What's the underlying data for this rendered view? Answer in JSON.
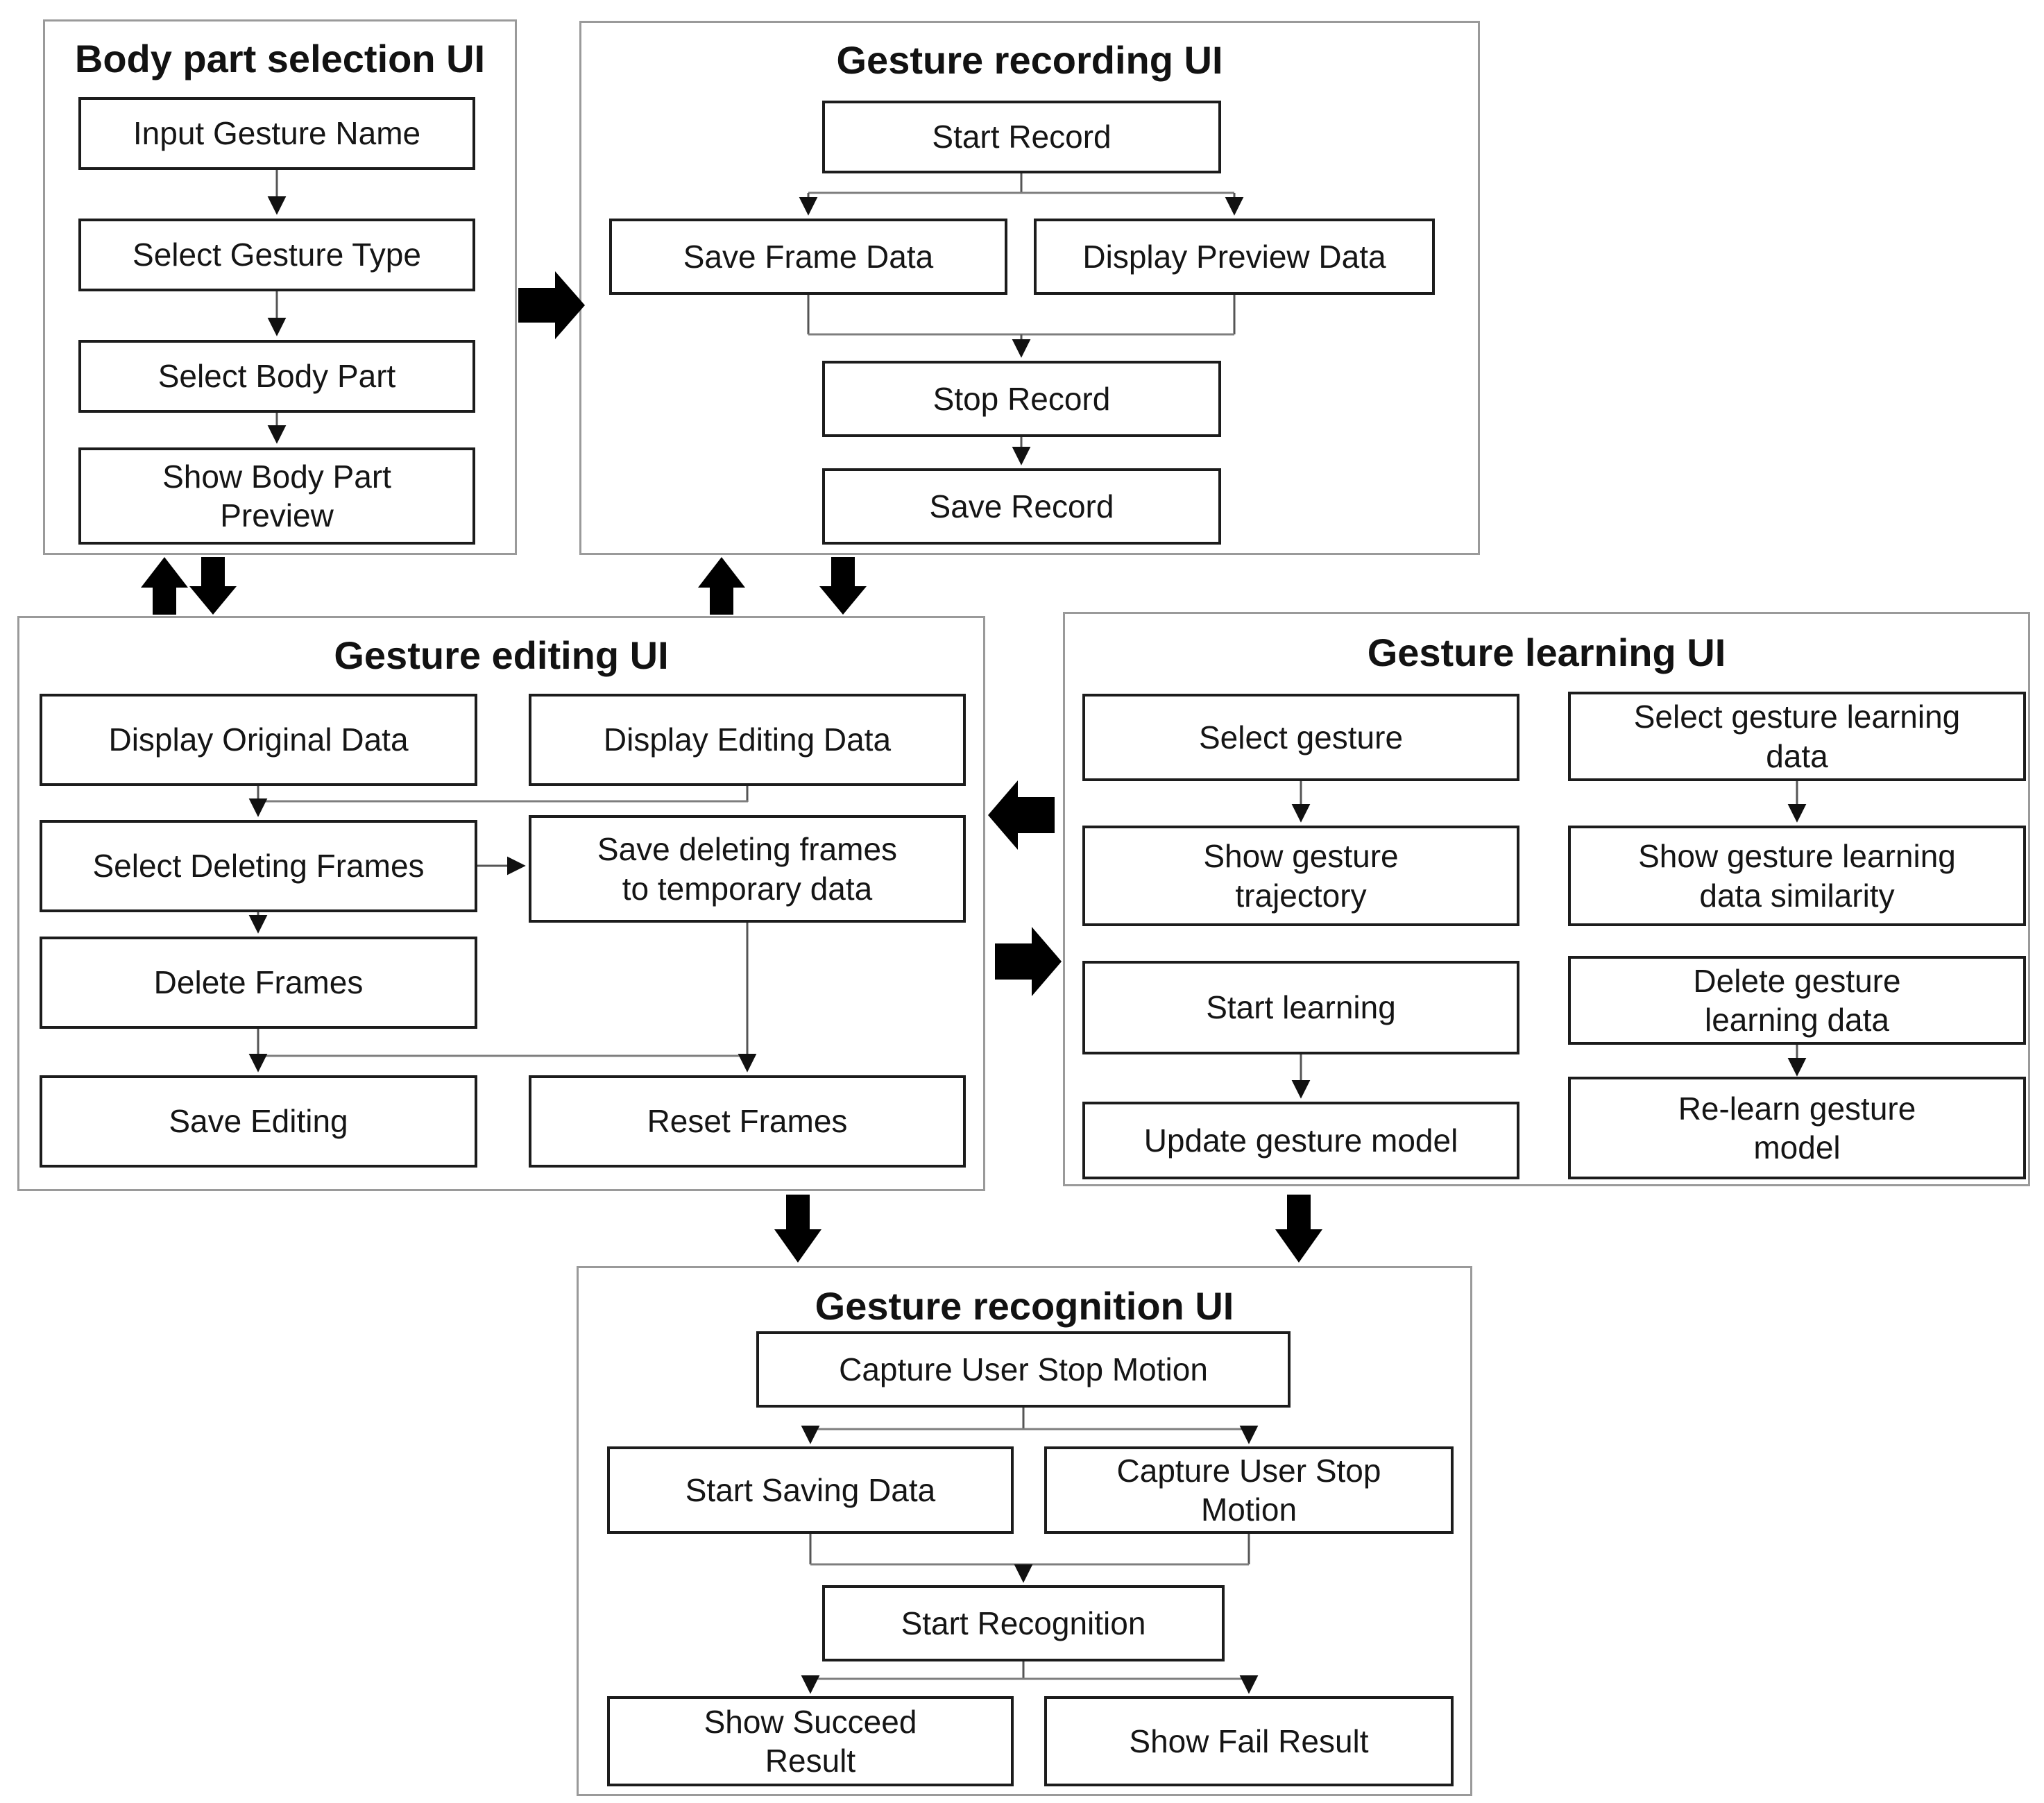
{
  "colors": {
    "background": "#ffffff",
    "panel_border": "#9a9a9a",
    "box_border": "#1c1c1c",
    "text": "#151515",
    "connector": "#555555",
    "big_arrow": "#000000"
  },
  "panels": [
    {
      "title": "Body part selection UI",
      "boxes": [
        {
          "label": "Input Gesture Name"
        },
        {
          "label": "Select Gesture Type"
        },
        {
          "label": "Select Body Part"
        },
        {
          "label": "Show Body Part\nPreview"
        }
      ]
    },
    {
      "title": "Gesture recording UI",
      "boxes": [
        {
          "label": "Start Record"
        },
        {
          "label": "Save Frame Data"
        },
        {
          "label": "Display Preview Data"
        },
        {
          "label": "Stop Record"
        },
        {
          "label": "Save Record"
        }
      ]
    },
    {
      "title": "Gesture editing UI",
      "boxes": [
        {
          "label": "Display Original Data"
        },
        {
          "label": "Display Editing Data"
        },
        {
          "label": "Select Deleting Frames"
        },
        {
          "label": "Save deleting frames\nto temporary data"
        },
        {
          "label": "Delete Frames"
        },
        {
          "label": "Save Editing"
        },
        {
          "label": "Reset Frames"
        }
      ]
    },
    {
      "title": "Gesture learning UI",
      "boxes": [
        {
          "label": "Select gesture"
        },
        {
          "label": "Select gesture learning\ndata"
        },
        {
          "label": "Show gesture\ntrajectory"
        },
        {
          "label": "Show gesture learning\ndata similarity"
        },
        {
          "label": "Start learning"
        },
        {
          "label": "Delete gesture\nlearning data"
        },
        {
          "label": "Update gesture model"
        },
        {
          "label": "Re-learn gesture\nmodel"
        }
      ]
    },
    {
      "title": "Gesture recognition UI",
      "boxes": [
        {
          "label": "Capture User Stop Motion"
        },
        {
          "label": "Start Saving Data"
        },
        {
          "label": "Capture User Stop\nMotion"
        },
        {
          "label": "Start Recognition"
        },
        {
          "label": "Show Succeed\nResult"
        },
        {
          "label": "Show Fail Result"
        }
      ]
    }
  ],
  "flow_arrows": [
    {
      "direction": "right",
      "between": "Body part selection UI and Gesture recording UI"
    },
    {
      "direction": "up",
      "between": "Gesture editing UI and Body part selection UI"
    },
    {
      "direction": "down",
      "between": "Body part selection UI and Gesture editing UI"
    },
    {
      "direction": "up",
      "between": "Gesture editing UI and Gesture recording UI"
    },
    {
      "direction": "down",
      "between": "Gesture recording UI and Gesture editing UI"
    },
    {
      "direction": "left",
      "between": "Gesture learning UI and Gesture editing UI"
    },
    {
      "direction": "right",
      "between": "Gesture editing UI and Gesture learning UI"
    },
    {
      "direction": "down",
      "between": "Gesture editing UI and Gesture recognition UI"
    },
    {
      "direction": "down",
      "between": "Gesture learning UI and Gesture recognition UI"
    }
  ]
}
